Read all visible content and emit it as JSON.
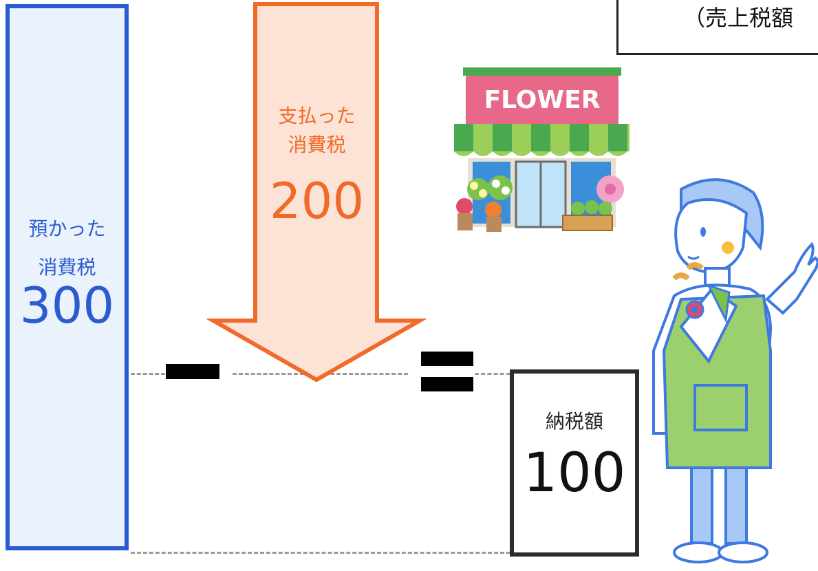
{
  "collected_tax": {
    "label_line1": "預かった",
    "label_line2": "消費税",
    "value": "300"
  },
  "paid_tax": {
    "label_line1": "支払った",
    "label_line2": "消費税",
    "value": "200"
  },
  "tax_payment": {
    "label": "納税額",
    "value": "100"
  },
  "note": {
    "text": "（売上税額"
  },
  "shop_sign": {
    "text": "FLOWER"
  },
  "operators": {
    "minus": "minus",
    "equals": "equals"
  },
  "colors": {
    "blue": "#2b5bd1",
    "orange": "#f06a2a",
    "orange_fill": "#fde3d5",
    "dark": "#2c2c2c",
    "gray_dash": "#9a9a9a"
  }
}
